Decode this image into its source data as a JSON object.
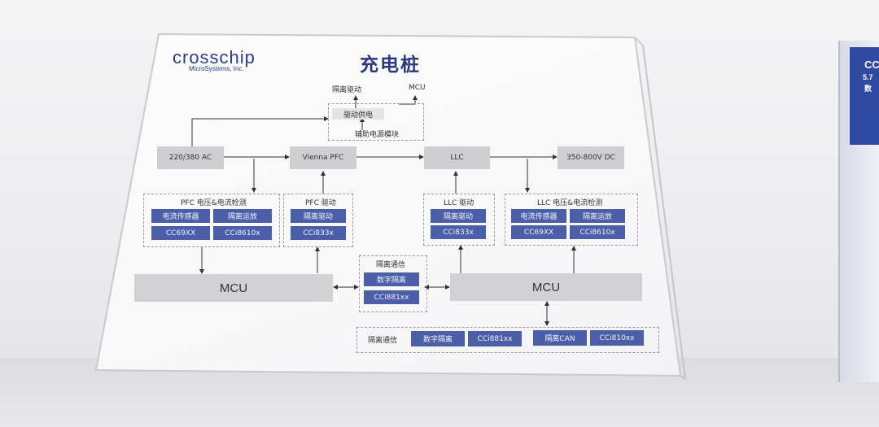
{
  "brand": {
    "logo": "crosschip",
    "logo_sub": "MicroSystems, Inc."
  },
  "title": "充电桩",
  "aux": {
    "iso_driver": "隔离驱动",
    "mcu": "MCU",
    "drive_supply": "驱动供电",
    "aux_power": "辅助电源模块"
  },
  "main_path": {
    "ac": "220/380 AC",
    "pfc": "Vienna PFC",
    "llc": "LLC",
    "dc": "350-800V DC"
  },
  "pfc_sense": {
    "title": "PFC 电压&电流检测",
    "items": [
      "电流传感器",
      "隔离运放",
      "CC69XX",
      "CCi8610x"
    ]
  },
  "pfc_drive": {
    "title": "PFC 驱动",
    "items": [
      "隔离驱动",
      "CCi833x"
    ]
  },
  "llc_drive": {
    "title": "LLC 驱动",
    "items": [
      "隔离驱动",
      "CCi833x"
    ]
  },
  "llc_sense": {
    "title": "LLC 电压&电流检测",
    "items": [
      "电流传感器",
      "隔离运放",
      "CC69XX",
      "CCi8610x"
    ]
  },
  "mcu_left": "MCU",
  "mcu_right": "MCU",
  "iso_comm_mid": {
    "title": "隔离通信",
    "items": [
      "数字隔离",
      "CCi881xx"
    ]
  },
  "iso_comm_bottom": {
    "title": "隔离通信",
    "items": [
      "数字隔离",
      "CCi881xx",
      "隔离CAN",
      "CCi810xx"
    ]
  },
  "side_stand": {
    "lines": [
      "CC",
      "5.7",
      "数"
    ]
  }
}
